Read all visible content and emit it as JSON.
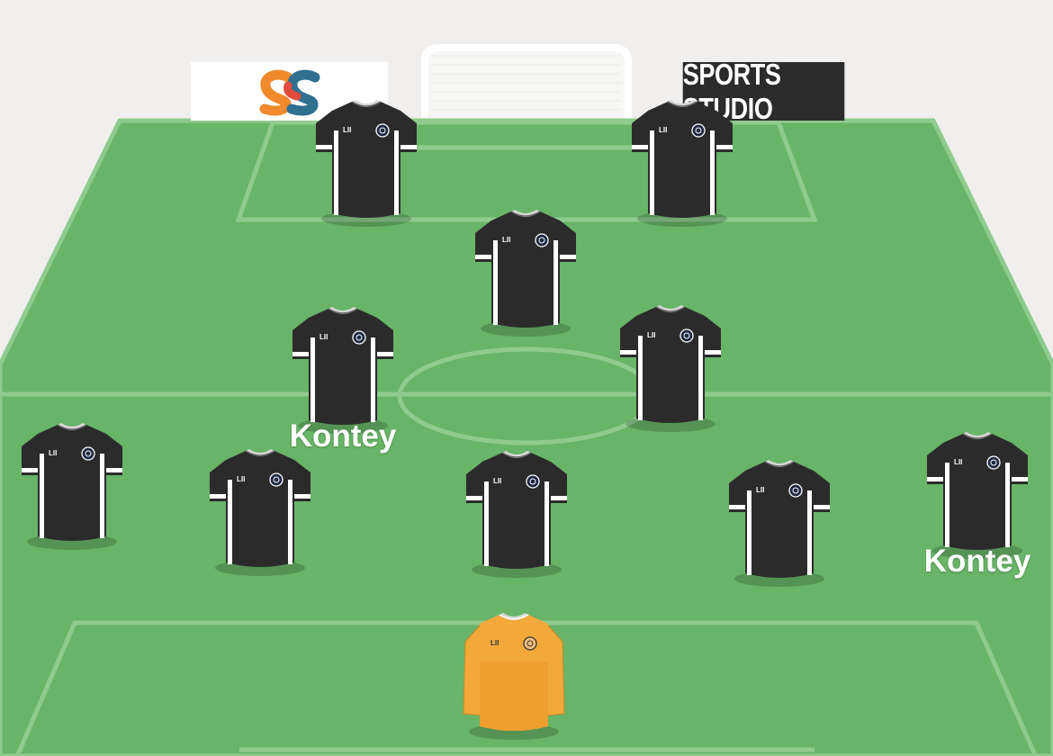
{
  "app": {
    "brand_text": "SPORTS STUDIO",
    "logo_icon": "ss-logo-icon"
  },
  "pitch": {
    "grass_color": "#68b468",
    "line_color": "#8fcb8f",
    "background_color": "#f0efed",
    "goal_net_color": "#ffffff"
  },
  "kit": {
    "outfield_color": "#2b2b2b",
    "outfield_trim_color": "#ffffff",
    "keeper_color": "#f2a93a",
    "badge_text": "LII",
    "badge_icon": "club-crest-icon"
  },
  "players": [
    {
      "id": "fw-left",
      "role": "outfield",
      "name": ""
    },
    {
      "id": "fw-right",
      "role": "outfield",
      "name": ""
    },
    {
      "id": "am-center",
      "role": "outfield",
      "name": ""
    },
    {
      "id": "cm-left",
      "role": "outfield",
      "name": "Kontey"
    },
    {
      "id": "cm-right",
      "role": "outfield",
      "name": ""
    },
    {
      "id": "lb",
      "role": "outfield",
      "name": ""
    },
    {
      "id": "lcb",
      "role": "outfield",
      "name": ""
    },
    {
      "id": "cb",
      "role": "outfield",
      "name": ""
    },
    {
      "id": "rcb",
      "role": "outfield",
      "name": ""
    },
    {
      "id": "rb",
      "role": "outfield",
      "name": "Kontey"
    },
    {
      "id": "gk",
      "role": "keeper",
      "name": ""
    }
  ]
}
